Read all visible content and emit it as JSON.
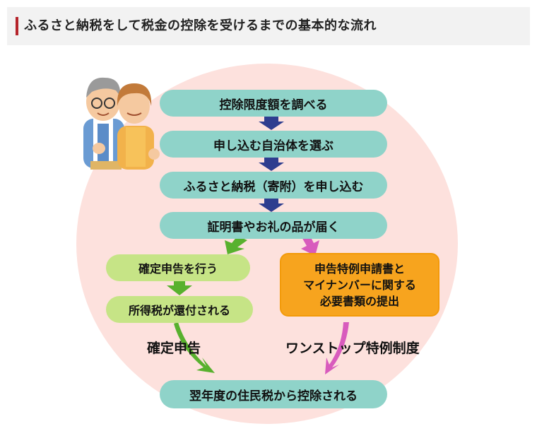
{
  "header": {
    "title": "ふるさと納税をして税金の控除を受けるまでの基本的な流れ"
  },
  "flow": {
    "step1": "控除限度額を調べる",
    "step2": "申し込む自治体を選ぶ",
    "step3": "ふるさと納税（寄附）を申し込む",
    "step4": "証明書やお礼の品が届く",
    "left": {
      "step1": "確定申告を行う",
      "step2": "所得税が還付される",
      "label": "確定申告"
    },
    "right": {
      "line1": "申告特例申請書と",
      "line2": "マイナンバーに関する",
      "line3": "必要書類の提出",
      "label": "ワンストップ特例制度"
    },
    "final": "翌年度の住民税から控除される"
  },
  "colors": {
    "accent": "#b5242b",
    "teal": "#8fd3c9",
    "lime": "#c6e486",
    "orange": "#f7a41e",
    "navy_arrow": "#2e3d8f",
    "green_arrow": "#58b12e",
    "pink_arrow": "#d85bbd",
    "circle_bg": "#fde1dd"
  },
  "icons": [
    "elderly-couple-illustration"
  ]
}
